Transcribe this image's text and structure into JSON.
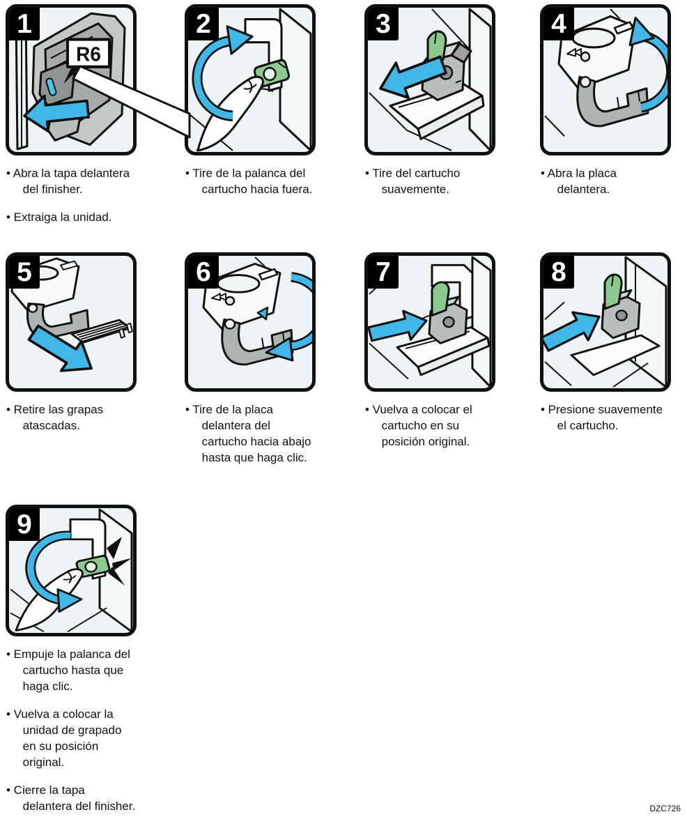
{
  "page": {
    "figure_code": "DZC726"
  },
  "labels": {
    "r6": "R6"
  },
  "colors": {
    "arrow_blue": "#3FB8E8",
    "lever_green": "#8BC98E",
    "slot_cyan": "#4AC6ED",
    "machine_gray": "#B9BDBE",
    "outline_black": "#101010"
  },
  "steps": [
    {
      "number": "1",
      "bullets": [
        "• Abra la tapa delantera\n     del finisher.",
        "• Extraiga la unidad."
      ]
    },
    {
      "number": "2",
      "bullets": [
        "• Tire de la palanca del\n     cartucho hacia fuera."
      ]
    },
    {
      "number": "3",
      "bullets": [
        "• Tire del cartucho\n     suavemente."
      ]
    },
    {
      "number": "4",
      "bullets": [
        "• Abra la placa\n     delantera."
      ]
    },
    {
      "number": "5",
      "bullets": [
        "• Retire las grapas\n     atascadas."
      ]
    },
    {
      "number": "6",
      "bullets": [
        "• Tire de la placa\n     delantera del\n     cartucho hacia abajo\n     hasta que haga clic."
      ]
    },
    {
      "number": "7",
      "bullets": [
        "• Vuelva a colocar el\n     cartucho en su\n     posición original."
      ]
    },
    {
      "number": "8",
      "bullets": [
        "• Presione suavemente\n     el cartucho."
      ]
    },
    {
      "number": "9",
      "bullets": [
        "• Empuje la palanca del\n     cartucho hasta que\n     haga clic.",
        "• Vuelva a colocar la\n     unidad de grapado\n     en su posición\n     original.",
        "• Cierre la tapa\n     delantera del finisher."
      ]
    }
  ]
}
